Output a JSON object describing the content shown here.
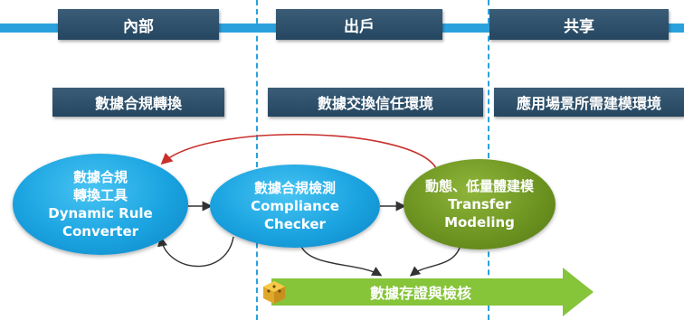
{
  "headers": {
    "internal": "內部",
    "outbound": "出戶",
    "shared": "共享"
  },
  "subheaders": {
    "rule_conversion": "數據合規轉換",
    "exchange_trust": "數據交換信任環境",
    "scenario_modeling": "應用場景所需建模環境"
  },
  "nodes": {
    "converter": {
      "line1": "數據合規",
      "line2": "轉換工具",
      "line3": "Dynamic Rule",
      "line4": "Converter"
    },
    "checker": {
      "line1": "數據合規檢測",
      "line2": "Compliance",
      "line3": "Checker"
    },
    "modeling": {
      "line1": "動態、低量體建模",
      "line2": "Transfer",
      "line3": "Modeling"
    }
  },
  "bottom_arrow": {
    "label": "數據存證與檢核"
  },
  "colors": {
    "band": "#2aa1dd",
    "header": "#2f5069",
    "node_blue": "#1aa3e0",
    "node_green": "#6b9220",
    "bottom_arrow": "#86c43a",
    "feedback_arrow": "#c9302c"
  }
}
